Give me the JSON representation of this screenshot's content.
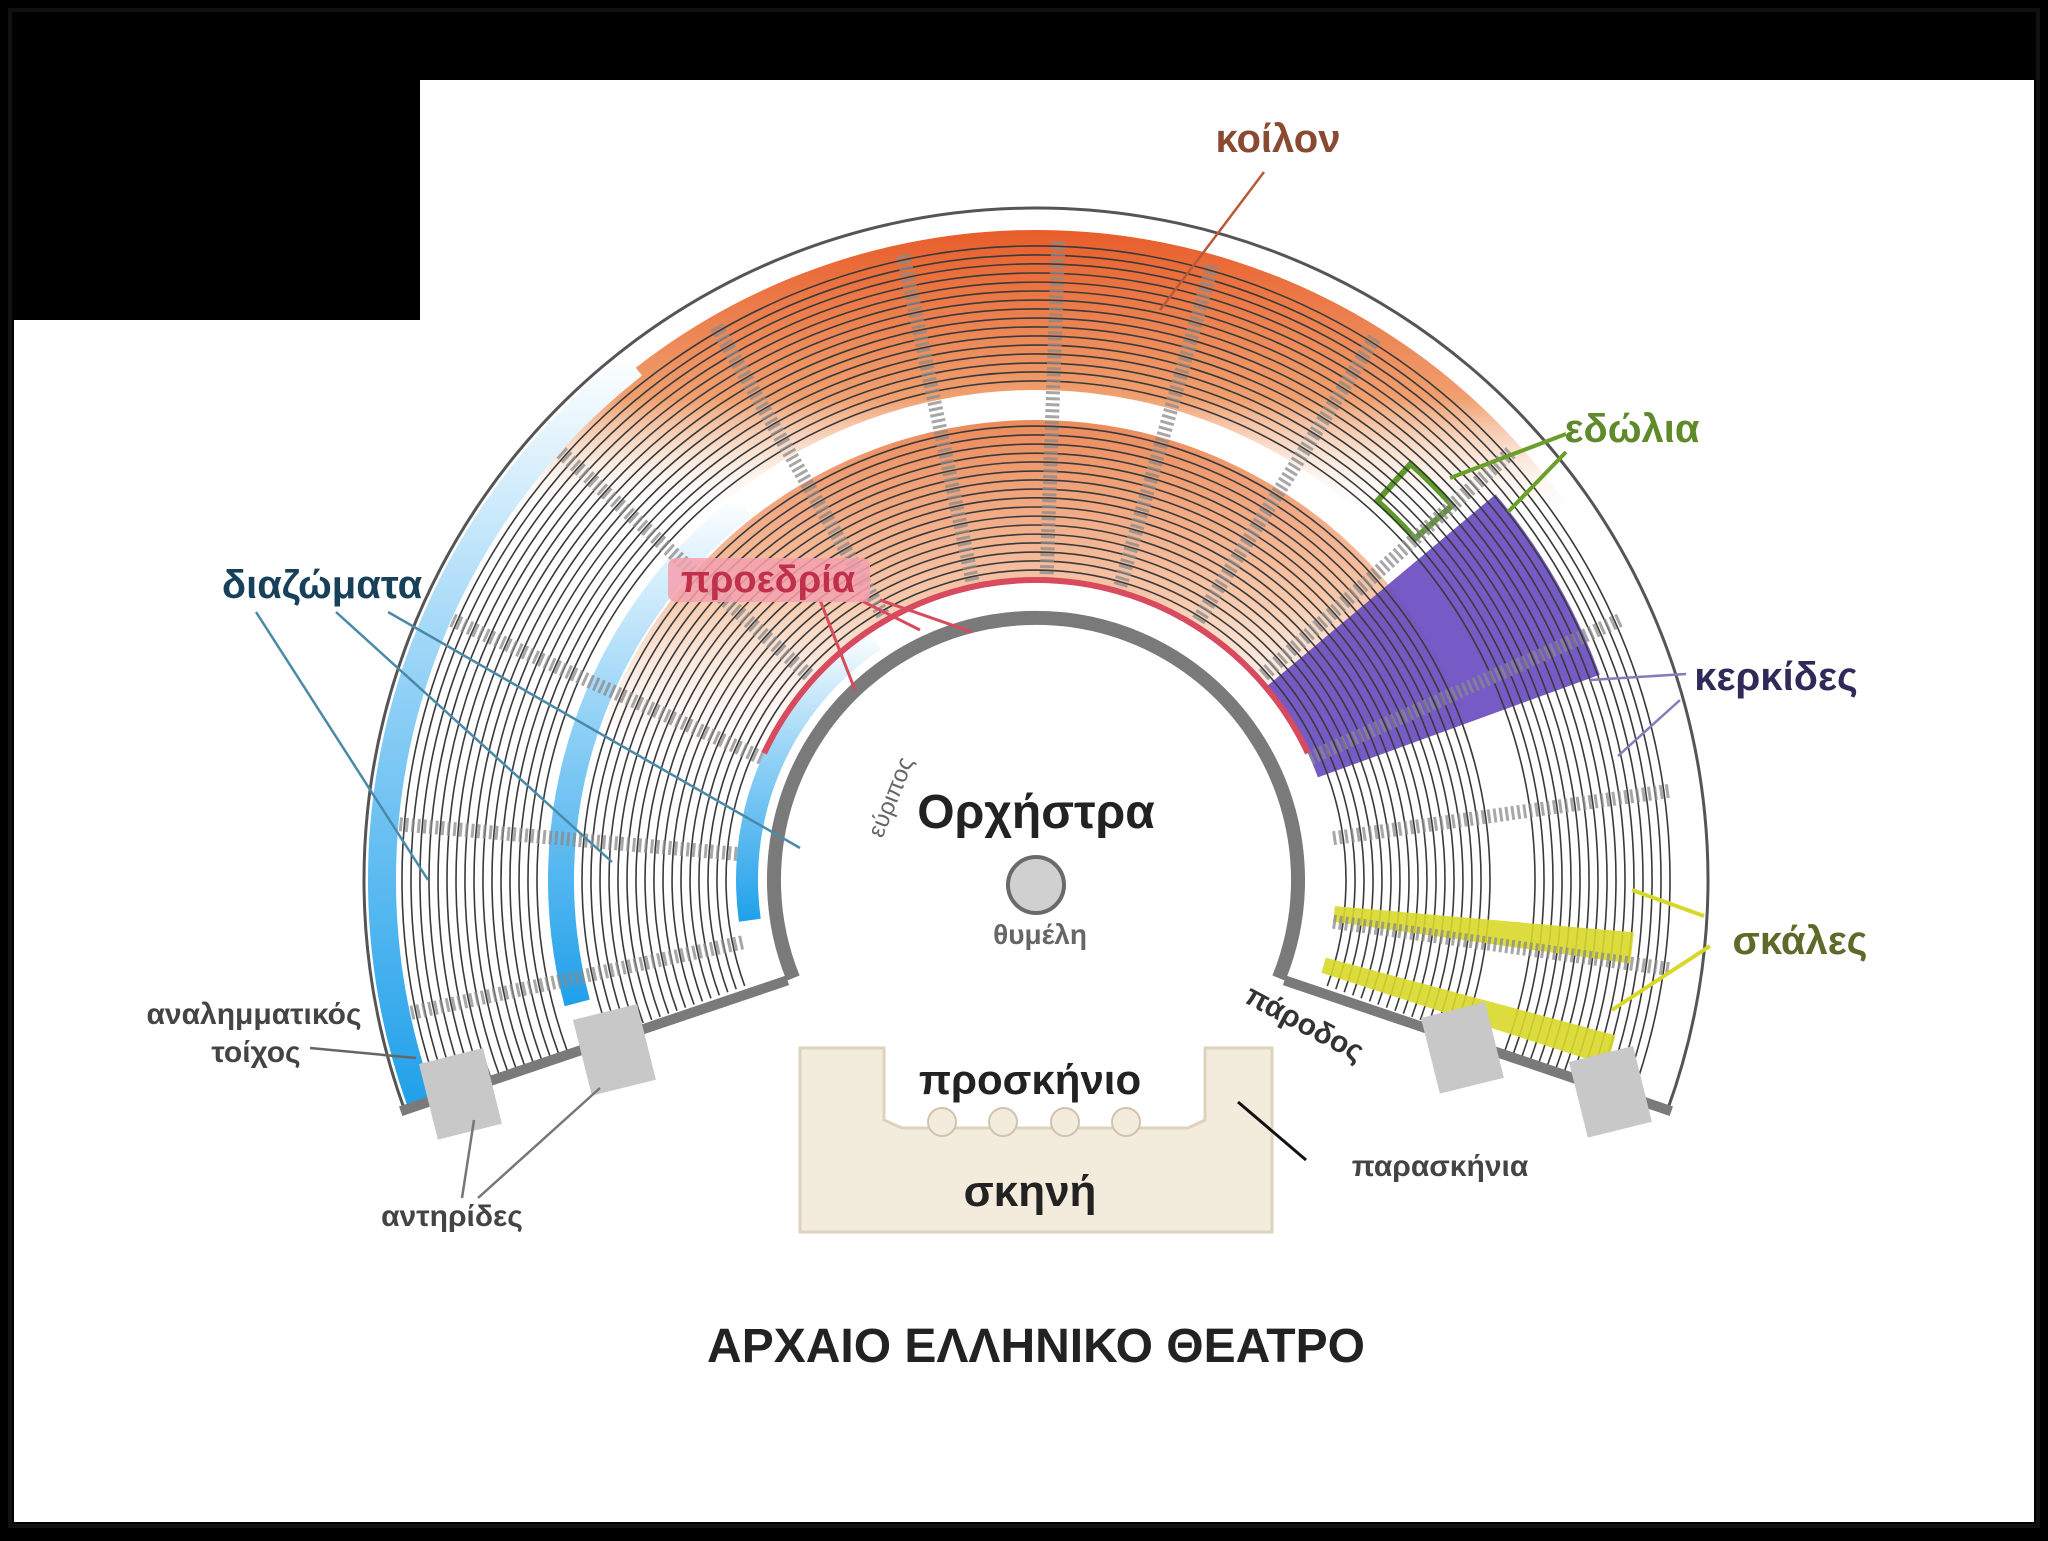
{
  "labels": {
    "koilon": "κοίλον",
    "edolia": "εδώλια",
    "diazomata": "διαζώματα",
    "proedria": "προεδρία",
    "kerkides": "κερκίδες",
    "euripos": "εύριπος",
    "orchestra": "Ορχήστρα",
    "thymeli": "θυμέλη",
    "skales": "σκάλες",
    "analimmatikos_line1": "αναλημματικός",
    "analimmatikos_line2": "τοίχος",
    "parodos": "πάροδος",
    "proskinio": "προσκήνιο",
    "skini": "σκηνή",
    "paraskinia": "παρασκήνια",
    "antirides": "αντηρίδες",
    "title": "ΑΡΧΑΙΟ ΕΛΛΗΝΙΚΟ ΘΕΑΤΡΟ"
  },
  "colors": {
    "koilon_fill": "#e06a3c",
    "koilon_text": "#8a4a32",
    "diazomata_blue": "#2aa8ee",
    "diazomata_text": "#17405a",
    "proedria_red": "#d84a5e",
    "proedria_label_bg": "#f4a0ae",
    "edolia_green": "#5e9a2a",
    "kerkides_purple": "#6a4cc0",
    "kerkides_text": "#302a58",
    "skales_yellow": "#d8d82a",
    "wall_gray": "#7a7a7a",
    "support_gray": "#c8c8c8",
    "stage_fill": "#f3ecdc",
    "seat_line": "#3a3a3a"
  }
}
